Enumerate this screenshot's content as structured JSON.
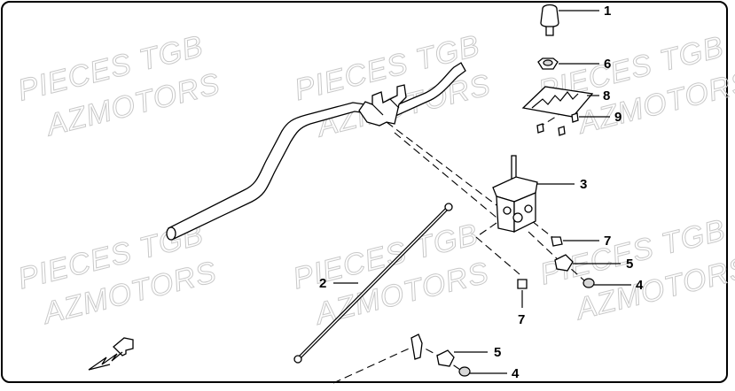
{
  "watermark": {
    "line1": "PIECES TGB",
    "line2": "AZMOTORS"
  },
  "callouts": [
    "1",
    "6",
    "8",
    "9",
    "3",
    "7",
    "5",
    "4",
    "2",
    "7",
    "5",
    "4"
  ],
  "colors": {
    "line": "#000000",
    "watermark": "#c9c9c9",
    "background": "#ffffff"
  },
  "icons": {
    "orientation": "front-arrow-icon"
  }
}
